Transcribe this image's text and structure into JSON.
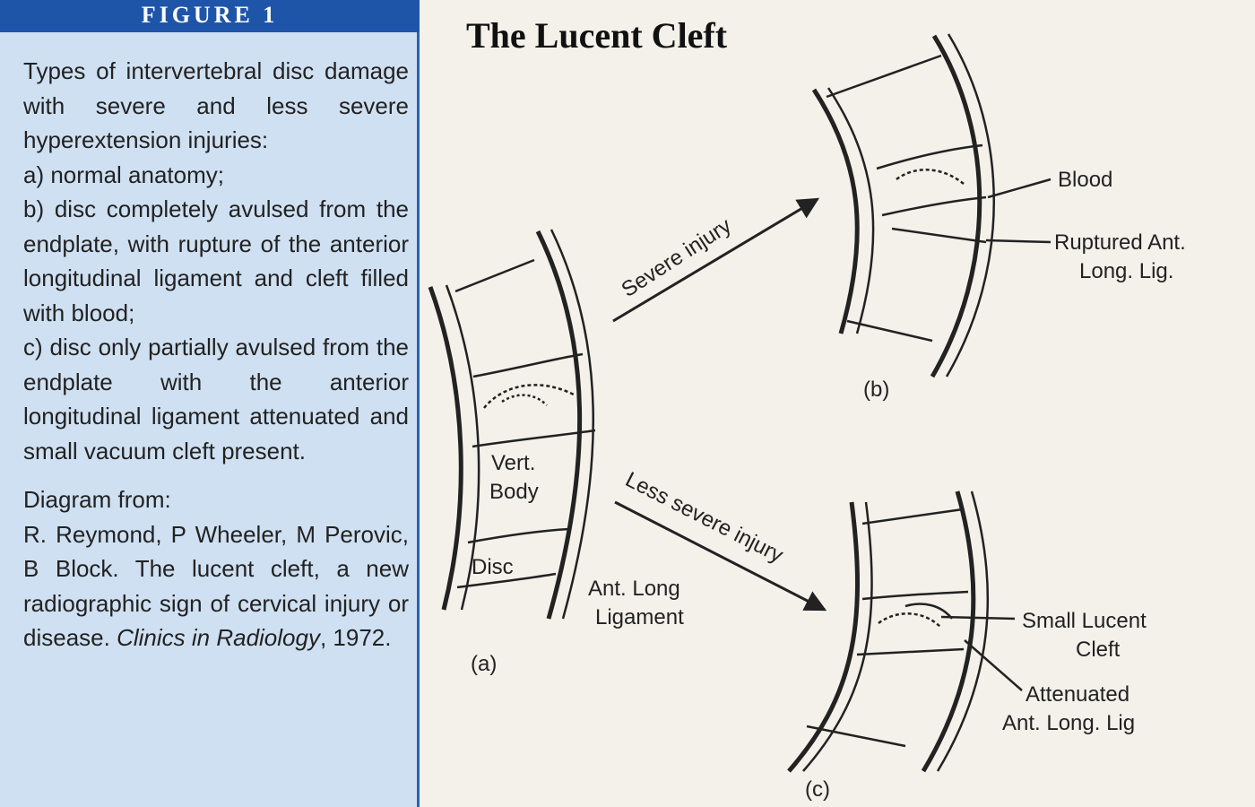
{
  "figure_label": "FIGURE 1",
  "caption": {
    "intro": "Types of intervertebral disc damage with severe and less severe hyperextension injuries:",
    "a": "a) normal anatomy;",
    "b": "b) disc completely avulsed from the endplate, with rupture of the anterior longitudinal ligament and cleft filled with blood;",
    "c": "c) disc only partially avulsed from the endplate with the anterior longitudinal ligament attenuated and small vacuum cleft present.",
    "source_heading": "Diagram from:",
    "citation_main": "R. Reymond, P Wheeler, M Perovic, B Block. The lucent cleft, a new radiographic sign of cervical injury or disease.",
    "citation_journal": "Clinics in Radiology",
    "citation_year": ", 1972."
  },
  "diagram": {
    "title": "The Lucent Cleft",
    "labels": {
      "vert_body_1": "Vert.",
      "vert_body_2": "Body",
      "disc": "Disc",
      "ant_long_1": "Ant. Long",
      "ant_long_2": "Ligament",
      "panel_a": "(a)",
      "panel_b": "(b)",
      "panel_c": "(c)",
      "severe": "Severe injury",
      "less_severe": "Less severe injury",
      "blood": "Blood",
      "ruptured_1": "Ruptured Ant.",
      "ruptured_2": "Long. Lig.",
      "small_lucent_1": "Small Lucent",
      "small_lucent_2": "Cleft",
      "attenuated_1": "Attenuated",
      "attenuated_2": "Ant. Long. Lig"
    }
  }
}
